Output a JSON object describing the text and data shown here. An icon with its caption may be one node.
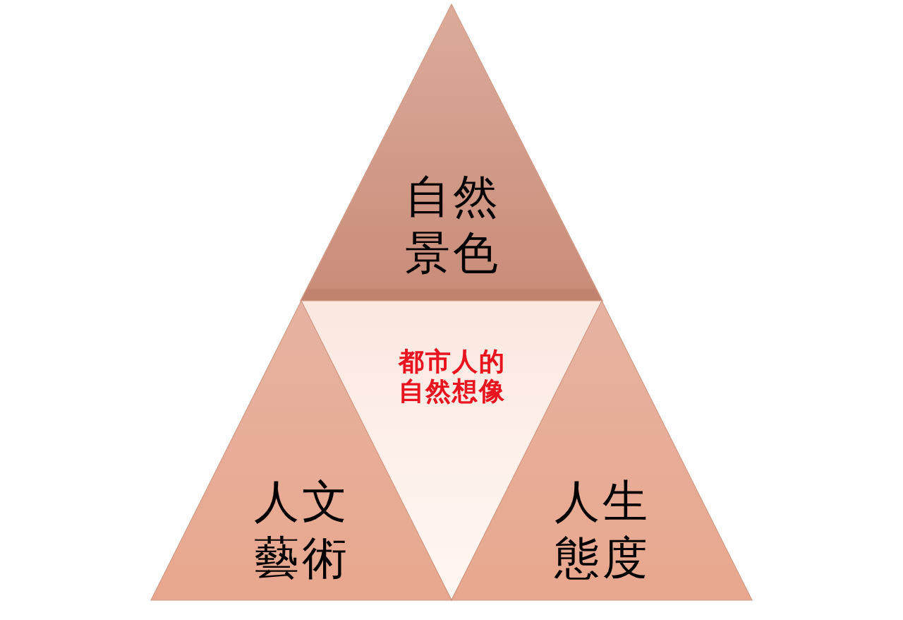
{
  "diagram": {
    "nodes": [
      {
        "text": [
          "自然景色"
        ]
      },
      {
        "text": [
          "都市人的自然想像"
        ]
      },
      {
        "text": [
          "人文藝術"
        ]
      },
      {
        "text": [
          "人生態度"
        ]
      }
    ]
  }
}
